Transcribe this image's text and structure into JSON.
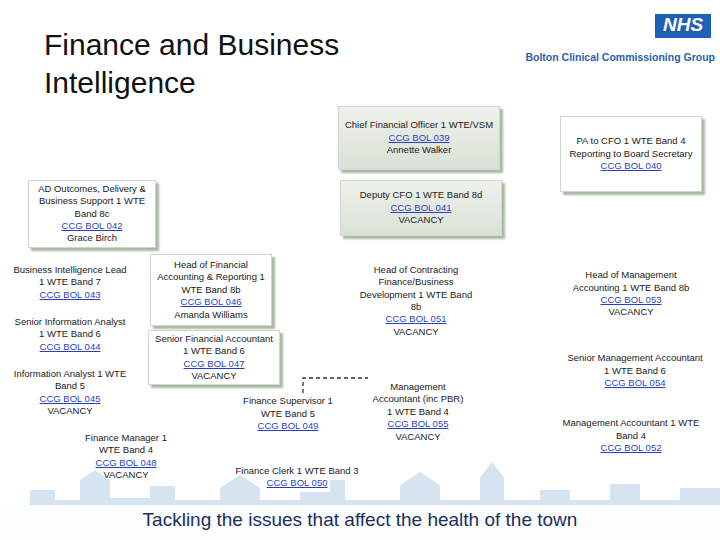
{
  "diagram": {
    "title": "Finance and Business Intelligence",
    "nodes": [
      {
        "text": [
          "Chief Financial Officer 1 WTE/VSM",
          "CCG BOL 039",
          "Annette Walker"
        ]
      },
      {
        "text": [
          "PA to CFO 1 WTE Band 4 Reporting to Board Secretary",
          "CCG BOL 040"
        ]
      },
      {
        "text": [
          "AD Outcomes, Delivery & Business Support 1 WTE Band 8c",
          "CCG BOL 042",
          "Grace Birch"
        ]
      },
      {
        "text": [
          "Deputy CFO 1 WTE Band 8d",
          "CCG BOL 041",
          "VACANCY"
        ]
      },
      {
        "text": [
          "Business Intelligence Lead 1 WTE Band 7",
          "CCG BOL 043"
        ]
      },
      {
        "text": [
          "Senior Information Analyst 1 WTE Band 6",
          "CCG BOL 044"
        ]
      },
      {
        "text": [
          "Information Analyst 1 WTE Band 5",
          "CCG BOL 045",
          "VACANCY"
        ]
      },
      {
        "text": [
          "Head of Financial Accounting & Reporting 1 WTE Band 8b",
          "CCG BOL 046",
          "Amanda Williams"
        ]
      },
      {
        "text": [
          "Senior Financial Accountant 1 WTE Band 6",
          "CCG BOL 047",
          "VACANCY"
        ]
      },
      {
        "text": [
          "Finance Supervisor 1 WTE Band 5",
          "CCG BOL 049"
        ]
      },
      {
        "text": [
          "Finance Manager 1 WTE Band 4",
          "CCG BOL 048",
          "VACANCY"
        ]
      },
      {
        "text": [
          "Finance Clerk 1 WTE Band 3",
          "CCG BOL 050"
        ]
      },
      {
        "text": [
          "Head of Contracting Finance/Business Development 1 WTE Band 8b",
          "CCG BOL 051",
          "VACANCY"
        ]
      },
      {
        "text": [
          "Management Accountant (inc PBR) 1 WTE Band 4",
          "CCG BOL 055",
          "VACANCY"
        ]
      },
      {
        "text": [
          "Head of Management Accounting 1 WTE Band 8b",
          "CCG BOL 053",
          "VACANCY"
        ]
      },
      {
        "text": [
          "Senior Management Accountant 1 WTE Band 6",
          "CCG BOL 054"
        ]
      },
      {
        "text": [
          "Management Accountant 1 WTE Band 4",
          "CCG BOL 052"
        ]
      }
    ],
    "edges": [
      {
        "from": 9,
        "to": 13,
        "arrow": "none"
      }
    ],
    "labels": [
      "NHS",
      "Bolton Clinical Commissioning Group",
      "Tackling the issues that affect the health of the town"
    ]
  }
}
